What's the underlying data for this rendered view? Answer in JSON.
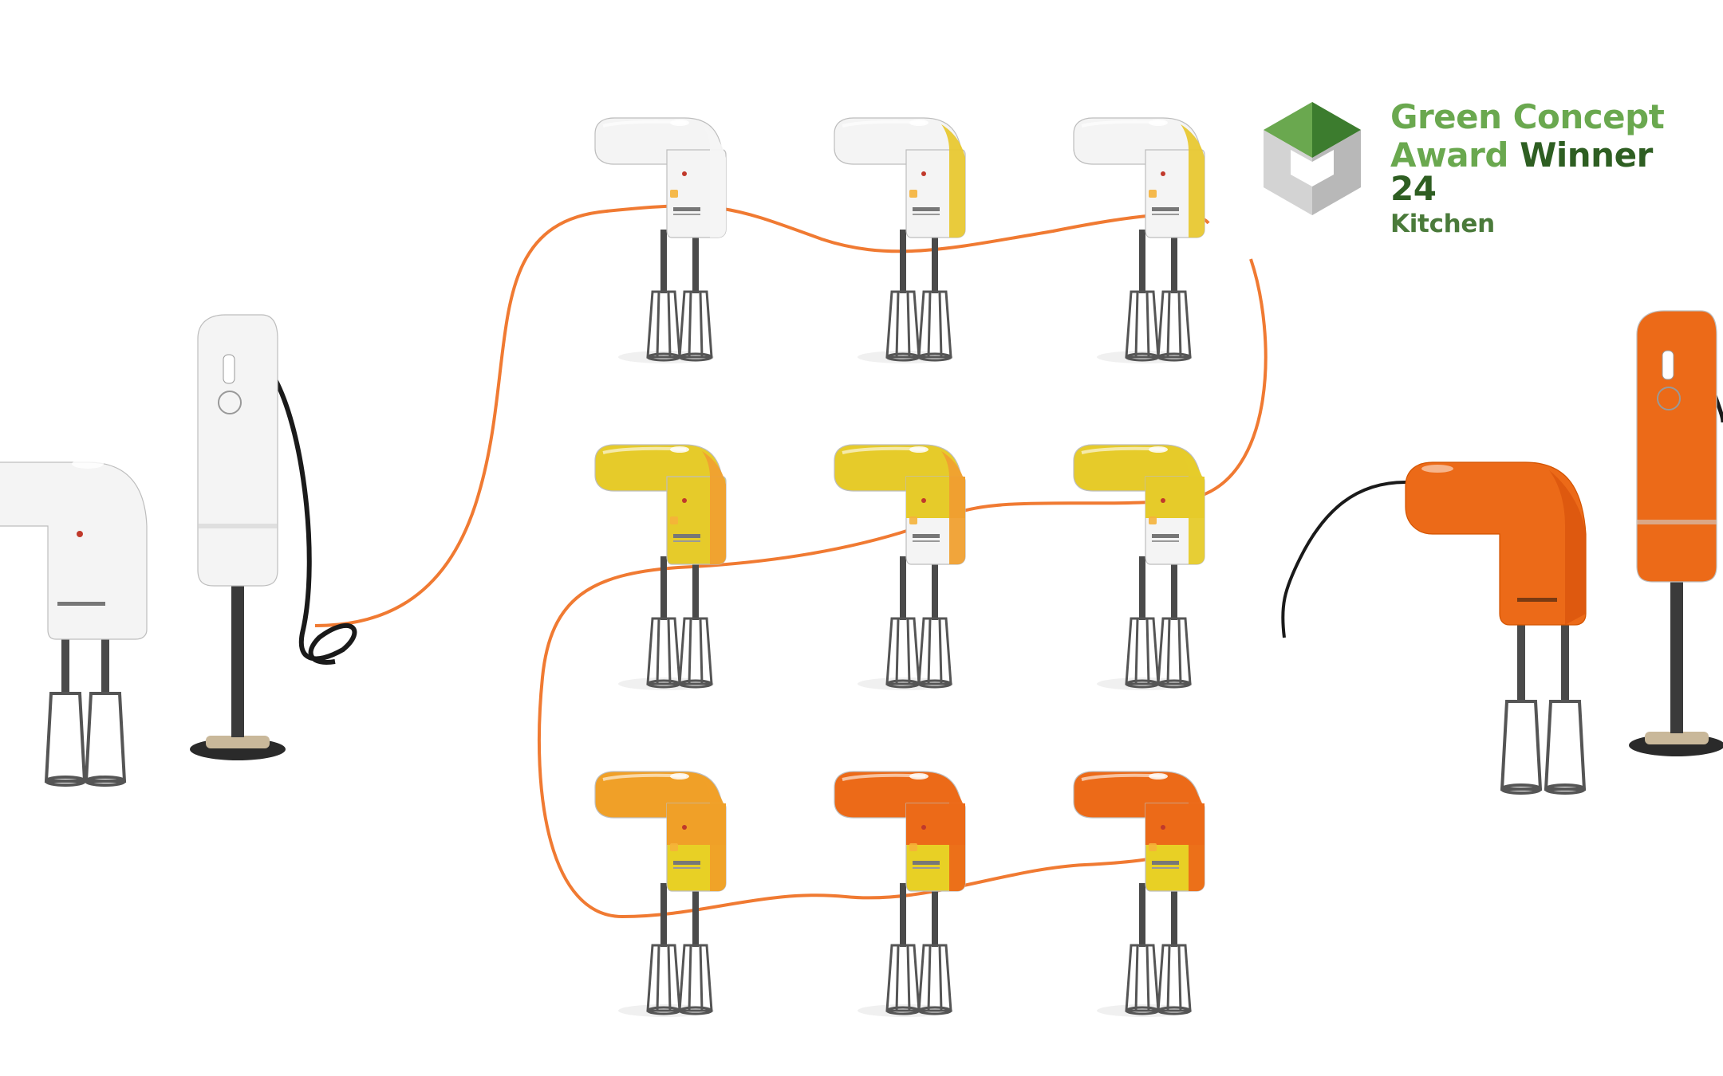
{
  "badge": {
    "line1": "Green Concept",
    "line2_prefix": "Award",
    "line2_suffix": "Winner 24",
    "line3": "Kitchen",
    "colors": {
      "light_green": "#6aa84f",
      "dark_green": "#2e5e22",
      "gray": "#cfcfcf"
    },
    "icon": "award-logo-icon"
  },
  "scene": {
    "cable_color": "#f07a32",
    "cord_color": "#1a1a1a",
    "grid": [
      {
        "row": 1,
        "mixers": [
          {
            "id": "mixer-1-1",
            "body": "#f4f4f4",
            "accent": "#f4f4f4"
          },
          {
            "id": "mixer-1-2",
            "body": "#f4f4f4",
            "accent": "#e8c832"
          },
          {
            "id": "mixer-1-3",
            "body": "#f4f4f4",
            "accent": "#e8c832"
          }
        ]
      },
      {
        "row": 2,
        "mixers": [
          {
            "id": "mixer-2-1",
            "body": "#e6cb2a",
            "accent": "#f0a030"
          },
          {
            "id": "mixer-2-2",
            "body": "#e6cb2a",
            "accent": "#f0a030",
            "band": "#f4f4f4"
          },
          {
            "id": "mixer-2-3",
            "body": "#e6cb2a",
            "accent": "#e6cb2a",
            "band": "#f4f4f4"
          }
        ]
      },
      {
        "row": 3,
        "mixers": [
          {
            "id": "mixer-3-1",
            "body": "#f0a028",
            "accent": "#f0a028",
            "band": "#e8d025"
          },
          {
            "id": "mixer-3-2",
            "body": "#ec6a18",
            "accent": "#ec6a18",
            "band": "#e8d025"
          },
          {
            "id": "mixer-3-3",
            "body": "#ec6a18",
            "accent": "#ec6a18",
            "band": "#e8d025"
          }
        ]
      }
    ],
    "left_products": {
      "hand_mixer_color": "#f4f4f4",
      "stick_blender_color": "#f4f4f4"
    },
    "right_products": {
      "hand_mixer_color": "#ec6a18",
      "stick_blender_color": "#ec6a18"
    }
  }
}
